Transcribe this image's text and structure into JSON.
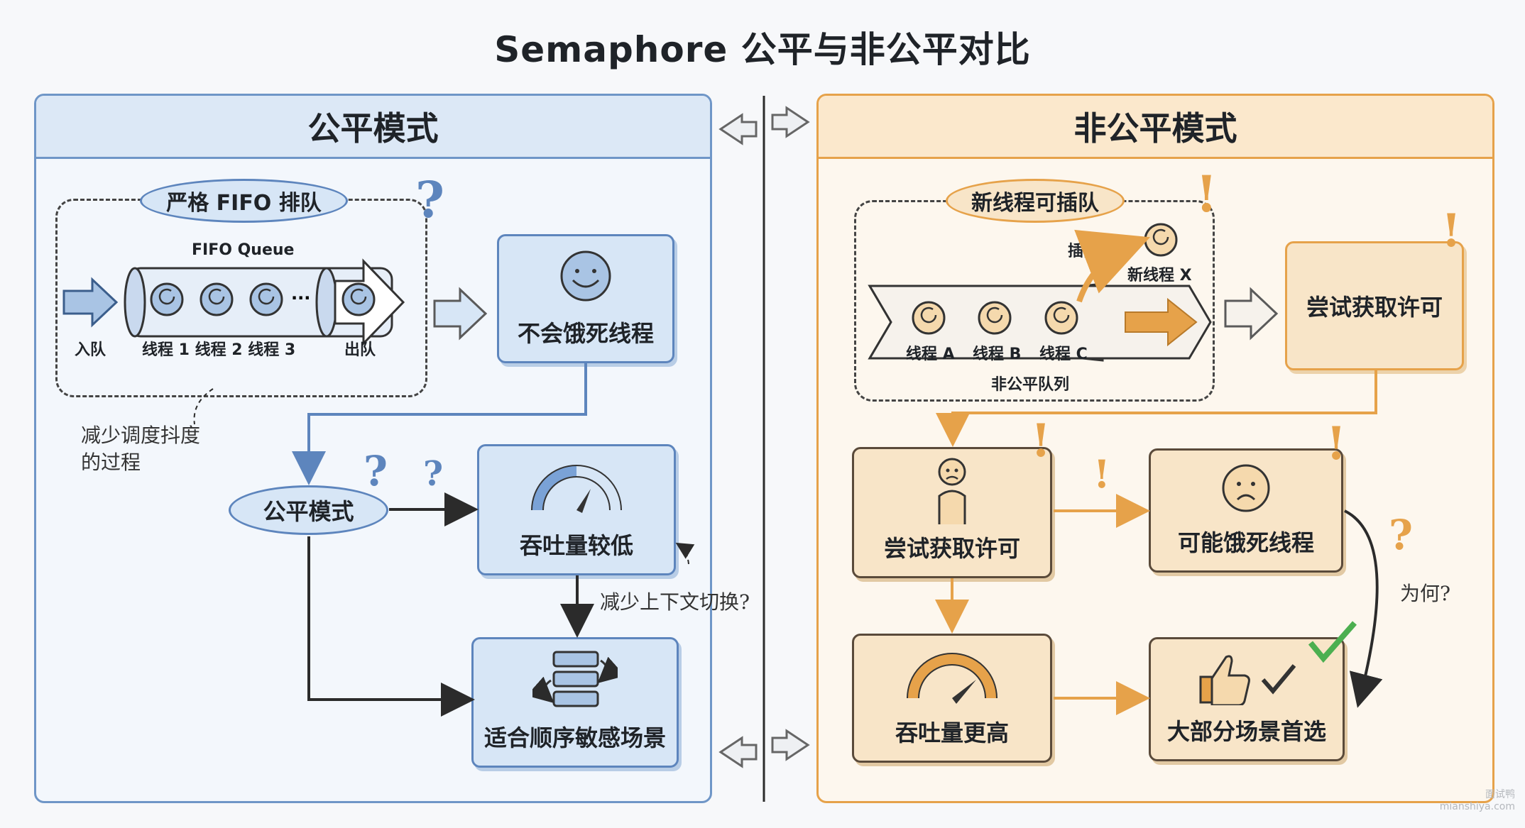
{
  "title": "Semaphore 公平与非公平对比",
  "left": {
    "header": "公平模式",
    "fifo_label": "严格 FIFO 排队",
    "queue_title": "FIFO Queue",
    "enqueue": "入队",
    "dequeue": "出队",
    "threads": "线程 1  线程 2  线程 3",
    "ellipsis": "···",
    "no_starve": "不会饿死线程",
    "note_scheduling": "减少调度抖度\n的过程",
    "fair_mode": "公平模式",
    "low_throughput": "吞吐量较低",
    "note_context": "减少上下文切换?",
    "order_sensitive": "适合顺序敏感场景"
  },
  "right": {
    "header": "非公平模式",
    "barge_label": "新线程可插队",
    "barge": "插队",
    "new_thread": "新线程 X",
    "thread_a": "线程 A",
    "thread_b": "线程 B",
    "thread_c": "线程 C",
    "unfair_queue": "非公平队列",
    "try_acquire_top": "尝试获取许可",
    "try_acquire": "尝试获取许可",
    "may_starve": "可能饿死线程",
    "why": "为何?",
    "high_throughput": "吞吐量更高",
    "preferred": "大部分场景首选"
  },
  "marks": {
    "question": "?",
    "exclaim": "!"
  },
  "watermark": [
    "面试鸭",
    "mianshiya.com"
  ],
  "colors": {
    "blue": "#5d85bd",
    "orange": "#e6a24a",
    "green": "#4caf50"
  }
}
